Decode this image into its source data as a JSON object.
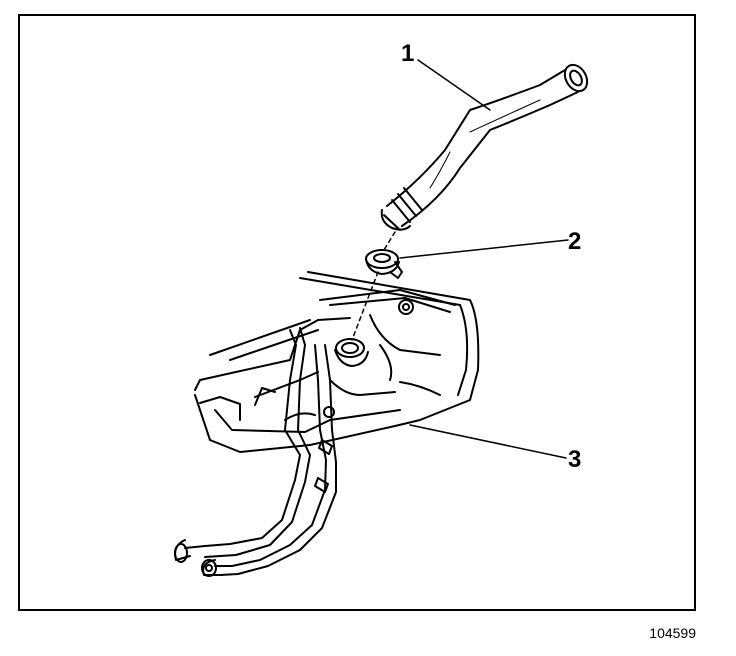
{
  "callouts": [
    {
      "label": "1",
      "part": "fuel-filler-pipe"
    },
    {
      "label": "2",
      "part": "grommet-seal"
    },
    {
      "label": "3",
      "part": "fuel-tank"
    }
  ],
  "figure_id": "104599",
  "colors": {
    "line": "#000000",
    "background": "#ffffff",
    "fill": "#ffffff"
  }
}
